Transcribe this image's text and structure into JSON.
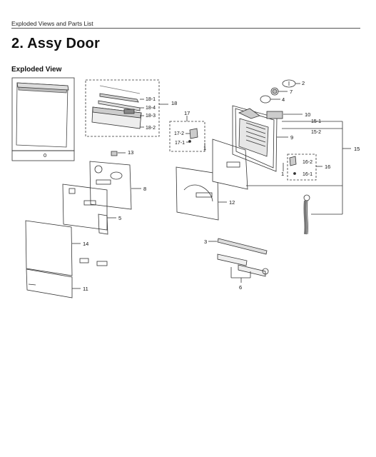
{
  "header": {
    "text": "Exploded Views and Parts List"
  },
  "page_title": "2.  Assy Door",
  "section_title": "Exploded View",
  "part_labels": {
    "p0": "0",
    "p2": "2",
    "p3": "3",
    "p4": "4",
    "p5": "5",
    "p6": "6",
    "p7": "7",
    "p8": "8",
    "p9": "9",
    "p10": "10",
    "p11": "11",
    "p12": "12",
    "p13": "13",
    "p14": "14",
    "p15": "15",
    "p15_1": "15-1",
    "p15_2": "15-2",
    "p16": "16",
    "p16_1": "16-1",
    "p16_2": "16-2",
    "p17": "17",
    "p17_1": "17-1",
    "p17_2": "17-2",
    "p18": "18",
    "p18_1": "18-1",
    "p18_2": "18-2",
    "p18_3": "18-3",
    "p18_4": "18-4",
    "p1a": "1",
    "p1b": "1"
  }
}
